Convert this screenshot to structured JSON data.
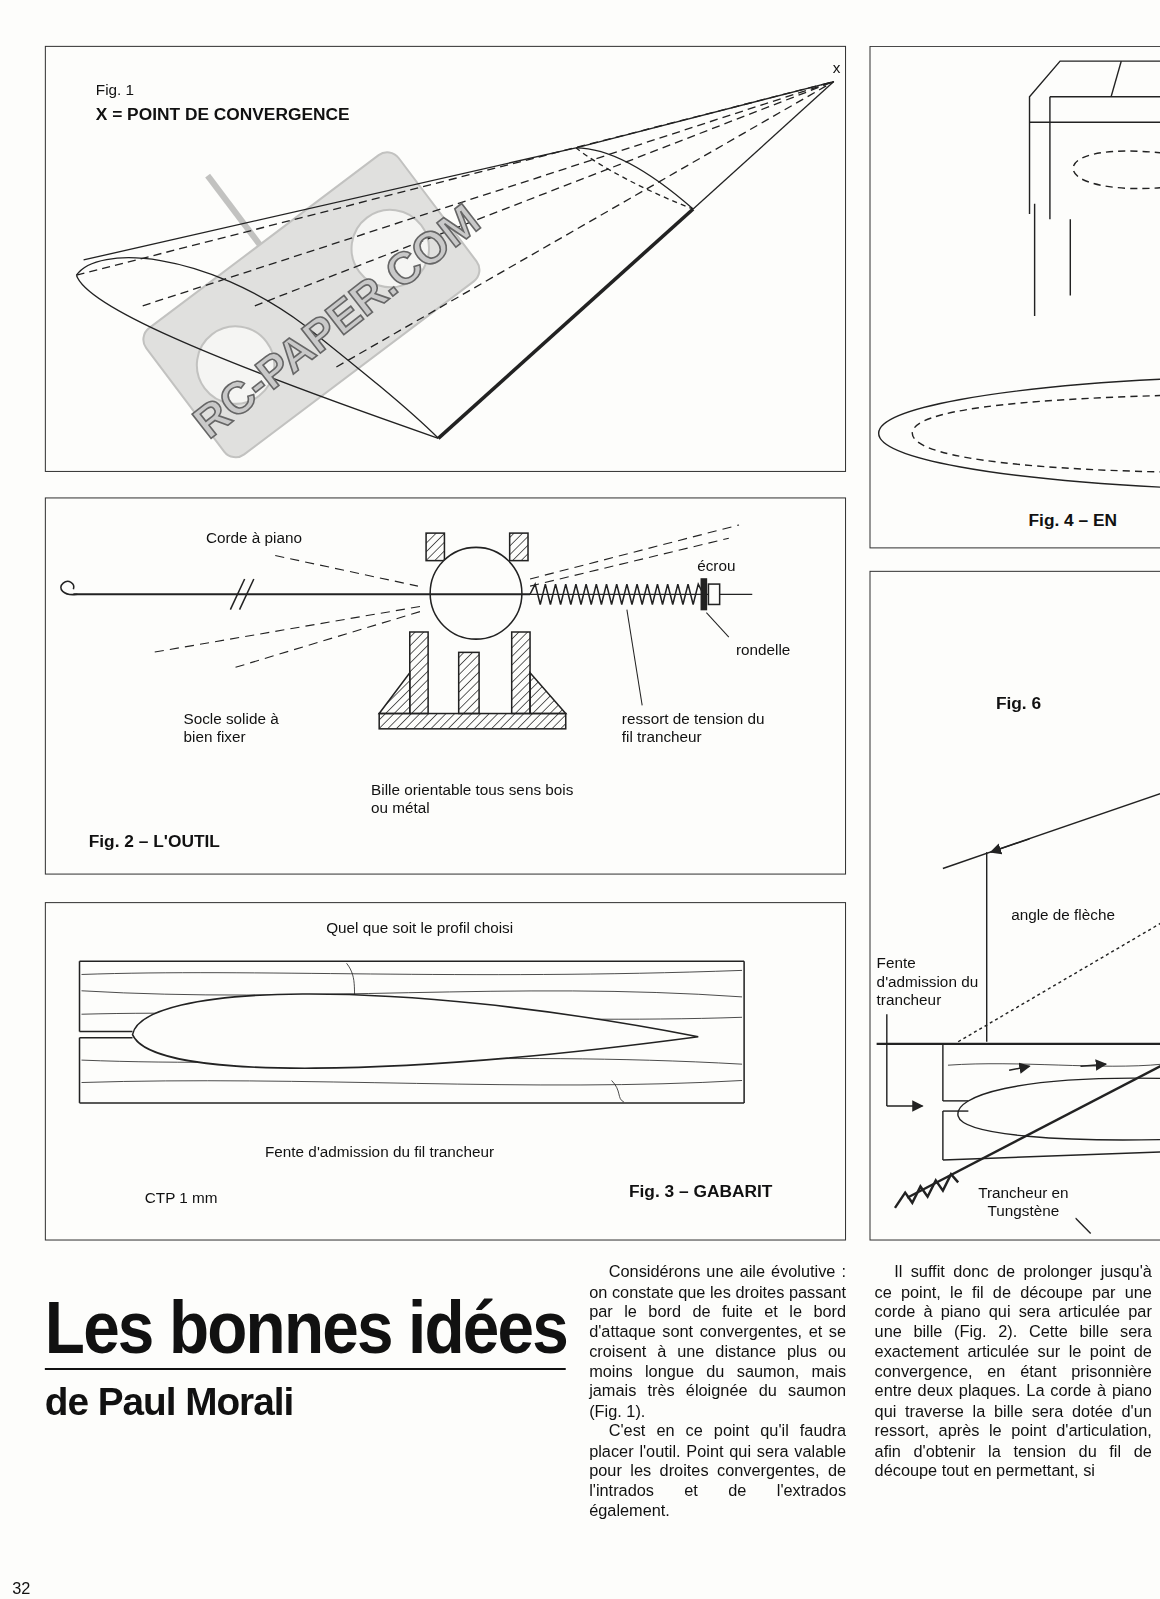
{
  "diagram": {
    "title": "Les bonnes idées",
    "nodes": [
      {
        "text": [
          "Fig. 1",
          "X = POINT DE CONVERGENCE",
          "x"
        ]
      },
      {
        "text": [
          "Corde à piano",
          "écrou",
          "rondelle",
          "Socle solide à bien fixer",
          "ressort de tension du fil trancheur",
          "Bille orientable tous sens bois ou métal",
          "Fig. 2 – L'OUTIL"
        ]
      },
      {
        "text": [
          "Quel que soit le profil choisi",
          "Fente d'admission du fil trancheur",
          "CTP 1 mm",
          "Fig. 3 – GABARIT"
        ]
      },
      {
        "text": [
          "Fig. 4 – EN"
        ]
      },
      {
        "text": [
          "Fig. 6",
          "angle de flèche",
          "Fente d'admission du trancheur",
          "Trancheur en Tungstène"
        ]
      }
    ],
    "labels": [
      "RC-PAPER.COM",
      "de Paul Morali",
      "Considérons une aile évolutive : on constate que les droites passant par le bord de fuite et le bord d'attaque sont convergentes, et se croisent à une distance plus ou moins longue du saumon, mais jamais très éloignée du saumon (Fig. 1).",
      "C'est en ce point qu'il faudra placer l'outil. Point qui sera valable pour les droites convergentes, de l'intrados et de l'extrados également.",
      "Il suffit donc de prolonger jusqu'à ce point, le fil de découpe par une corde à piano qui sera articulée par une bille (Fig. 2). Cette bille sera exactement articulée sur le point de convergence, en étant prisonnière entre deux plaques. La corde à piano qui traverse la bille sera dotée d'un ressort, après le point d'articulation, afin d'obtenir la tension du fil de découpe tout en permettant, si",
      "32"
    ]
  }
}
